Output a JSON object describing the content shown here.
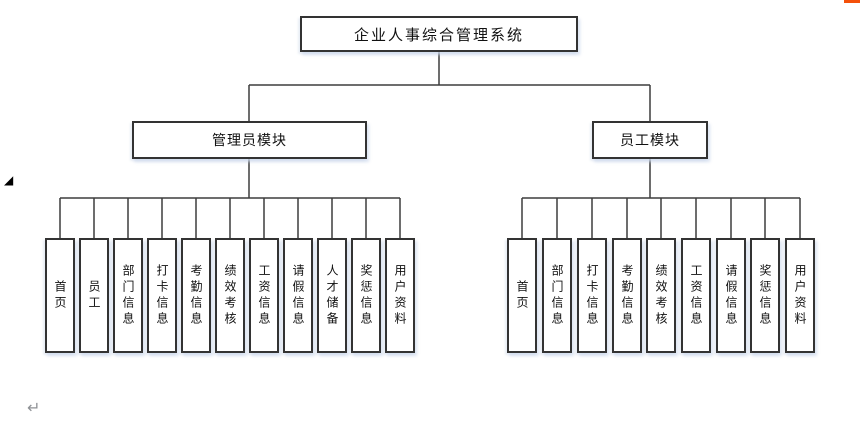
{
  "tree": {
    "root": {
      "label": "企业人事综合管理系统"
    },
    "modules": [
      {
        "label": "管理员模块",
        "children": [
          "首页",
          "员工",
          "部门信息",
          "打卡信息",
          "考勤信息",
          "绩效考核",
          "工资信息",
          "请假信息",
          "人才储备",
          "奖惩信息",
          "用户资料"
        ]
      },
      {
        "label": "员工模块",
        "children": [
          "首页",
          "部门信息",
          "打卡信息",
          "考勤信息",
          "绩效考核",
          "工资信息",
          "请假信息",
          "奖惩信息",
          "用户资料"
        ]
      }
    ]
  },
  "marks": {
    "corner_triangle": "◢",
    "return_mark": "↵"
  },
  "colors": {
    "box_border": "#333333",
    "connector_line": "#3d3d3d",
    "accent_strip": "#f4500a",
    "background": "#ffffff"
  }
}
